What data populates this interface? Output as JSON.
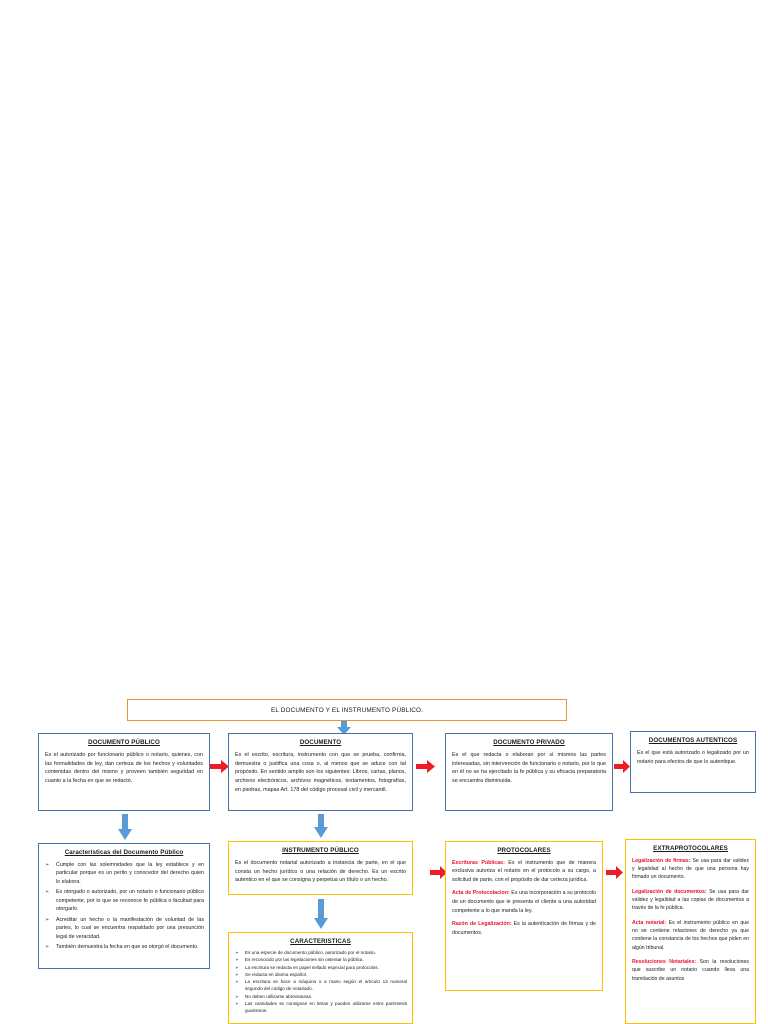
{
  "banner": {
    "title": "EL DOCUMENTO Y EL INSTRUMENTO PÚBLICO."
  },
  "colors": {
    "banner_border": "#e8943a",
    "box_border_blue": "#4472a8",
    "box_border_yellow": "#ffc000",
    "arrow_red": "#ee1c25",
    "arrow_blue": "#5b9bd5",
    "heading_red": "#e8112d"
  },
  "row1": {
    "documento_publico": {
      "title": "DOCUMENTO PÚBLICO",
      "body": "Es el autorizado por funcionario público o notario, quienes, con las formalidades de ley, dan certeza de los hechos y voluntades contenidas dentro del mismo y proveen también seguridad en cuanto a la fecha en que se redactó."
    },
    "documento": {
      "title": "DOCUMENTO",
      "body": "Es el escrito, escritura, instrumento con que se prueba, confirma, demuestra o justifica una cosa o, al menos que se aduce con tal propósito. En sentido amplio son los siguientes: Libros, cartas, planos, archivos electrónicos, archivos magnéticos, testamentos, fotografías, en piedras, mapas Art. 178 del código procesal civil y mercantil."
    },
    "documento_privado": {
      "title": "DOCUMENTO PRIVADO",
      "body": "Es el que redacta o elaboran por sí mismos las partes interesadas, sin intervención de funcionario o notario, por lo que en él no se ha ejercitado la fe pública y su eficacia preparatoria se encuentra disminuida."
    },
    "documentos_autenticos": {
      "title": "DOCUMENTOS AUTENTICOS",
      "body": "Es el que está autorizado o legalizado por un notario para efectos de que lo autentique."
    }
  },
  "row2": {
    "caracteristicas_documento_publico": {
      "title": "Características del Documento Público",
      "bullet_marker": "➢",
      "items": [
        "Cumple con las solemnidades que la ley establece y en particular porque es un perito y conocedor del derecho quien lo elabora.",
        "Es otorgado o autorizado, por un notario o funcionario público competente, por lo que se reconoce fe pública o facultad para otorgarlo.",
        "Acreditar un hecho o la manifestación de voluntad de las partes, lo cual se encuentra respaldado por una presunción legal de veracidad.",
        "También demuestra la fecha en que se otorgó el documento."
      ]
    },
    "instrumento_publico": {
      "title": "INSTRUMENTO PÚBLICO",
      "body": "Es el documento notarial autorizado a instancia de parte, en el que consta un hecho jurídico o una relación de derecho. Es un escrito autentico en el que se consigna y perpetua un título o un hecho."
    },
    "caracteristicas": {
      "title": "CARACTERISTICAS",
      "bullet_marker": "➢",
      "items": [
        "Es una especie de documento público, autorizado por el notario.",
        "Es reconocido por las legislaciones sin ostentar la pública.",
        "La escritura se redacta en papel sellado especial para protocolos.",
        "Se redacta en idioma español.",
        "La escritura se hace a máquina o a mano según el artículo 13 numeral segundo del código de notariado.",
        "No deben utilizarse abreviaturas.",
        "Las cantidades se consignan en letras y pueden utilizarse entre paréntesis guarismos."
      ]
    },
    "protocolares": {
      "title": "PROTOCOLARES",
      "entries": [
        {
          "label": "Escrituras Públicas:",
          "text": " Es el instrumento que de manera exclusiva autoriza el notario en el protocolo a su cargo, a solicitud de parte, con el propósito de dar certeza jurídica."
        },
        {
          "label": "Acta de Protocolacion:",
          "text": " Es una incorporación a su protocolo de un documento que le presenta el cliente a una autoridad competente a lo que manda la ley."
        },
        {
          "label": "Razón de Legalización:",
          "text": " Es la autenticación de firmas y de documentos."
        }
      ]
    },
    "extraprotocolares": {
      "title": "EXTRAPROTOCOLARES",
      "entries": [
        {
          "label": "Legalización de firmas:",
          "text": " Se usa para dar validez y legalidad al hecho de que una persona hay firmado un documento."
        },
        {
          "label": "Legalización de documentos:",
          "text": " Se usa para dar validez y legalidad a las copias de documentos a través de la fe pública."
        },
        {
          "label": "Acta notarial:",
          "text": " Es el instrumento público en que no se contiene relaciones de derecho ya que contiene la constancia de los hechos que piden en algún tribunal."
        },
        {
          "label": "Resoluciones Notariales:",
          "text": " Son la resoluciones que suscribe un notario cuando lleva una tramitación de asuntos"
        }
      ]
    }
  }
}
